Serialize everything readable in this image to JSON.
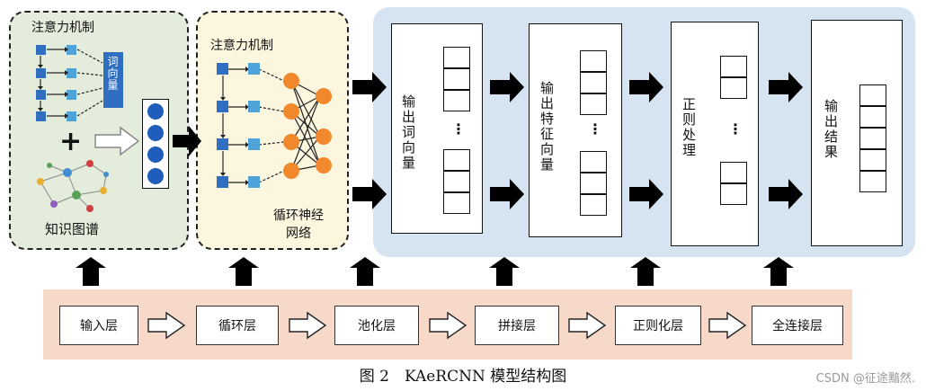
{
  "attention_label_1": "注意力机制",
  "word_vector_label": "词向量",
  "knowledge_graph_label": "知识图谱",
  "attention_label_2": "注意力机制",
  "rnn_label_line1": "循环神经",
  "rnn_label_line2": "网络",
  "output_word_vectors": "输出词向量",
  "output_feature_vectors": "输出特征向量",
  "regularization": "正则处理",
  "output_result": "输出结果",
  "ellipsis": "⋮",
  "layers": [
    "输入层",
    "循环层",
    "池化层",
    "拼接层",
    "正则化层",
    "全连接层"
  ],
  "caption": "图 2　KAeRCNN 模型结构图",
  "watermark": "CSDN @征途黯然.",
  "colors": {
    "green_panel": "#e4ecdc",
    "yellow_panel": "#fdf6df",
    "blue_panel": "#d6e3f1",
    "bottom_bar": "#f6d9c9",
    "square_dark": "#2f6ec0",
    "square_light": "#4ea3d8",
    "node_orange": "#f2882c",
    "circle_blue": "#1f5dbd"
  }
}
